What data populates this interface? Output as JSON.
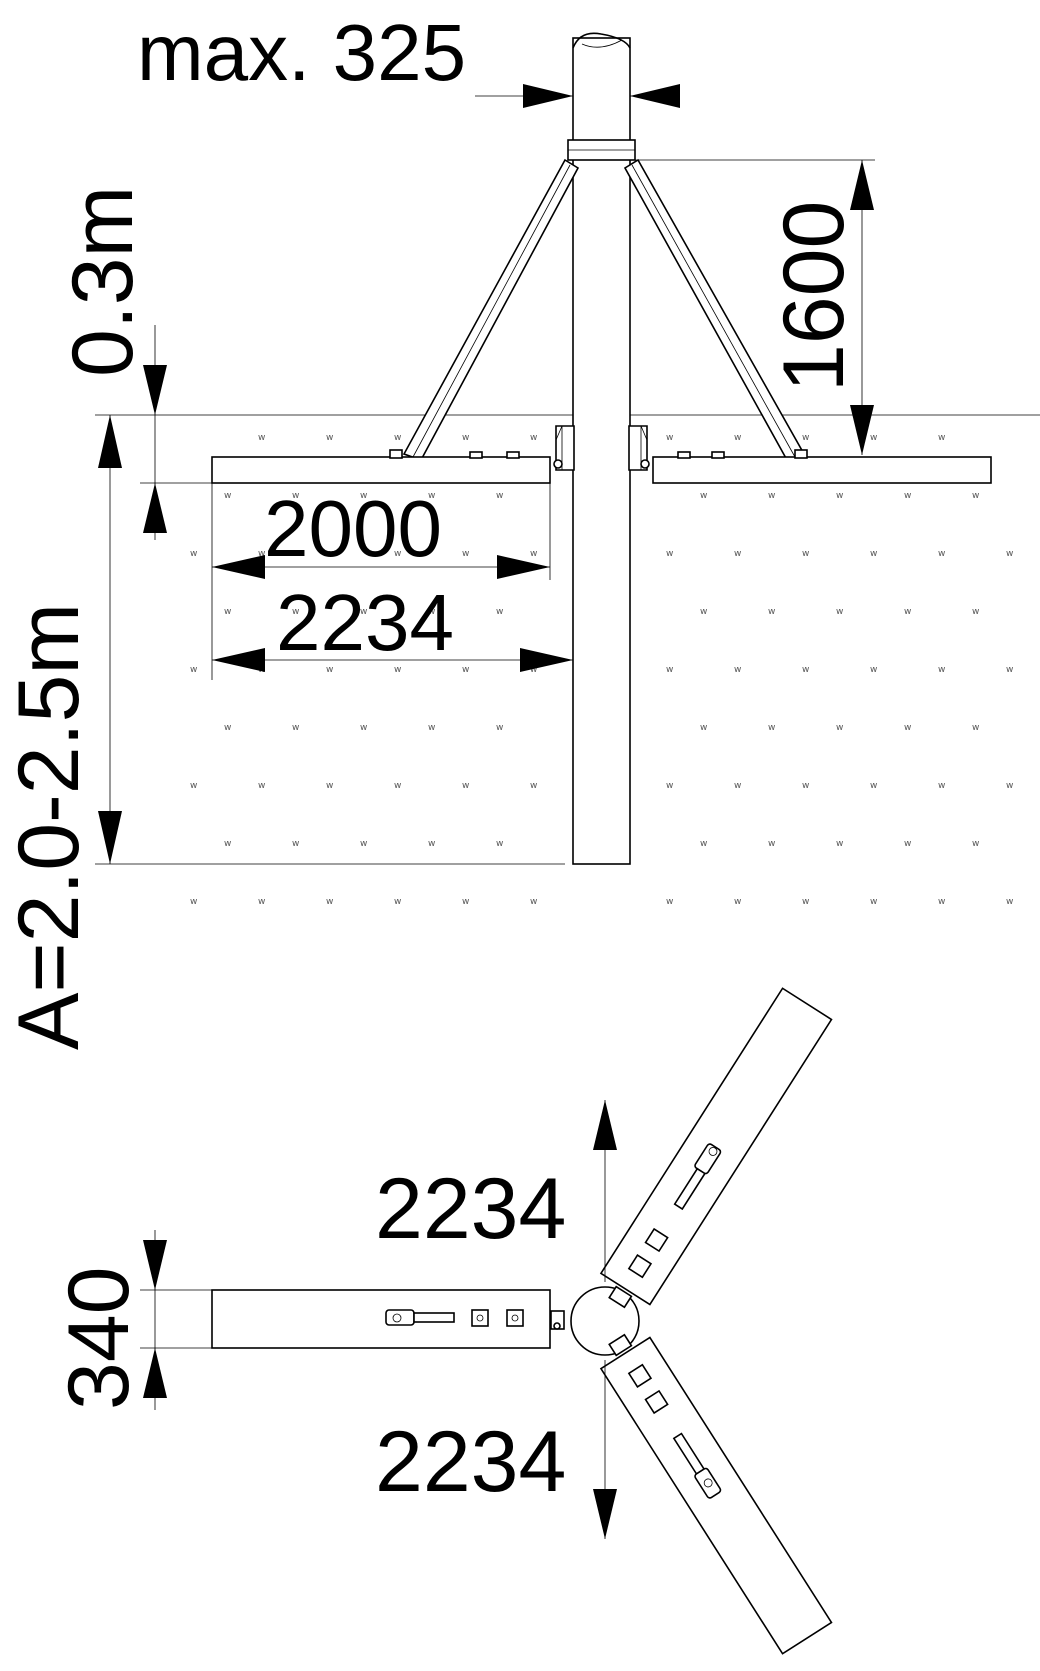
{
  "dimensions": {
    "pole_max_diameter": "max. 325",
    "strut_height": "1600",
    "depth_top": "0.3m",
    "anchor_depth": "A=2.0-2.5m",
    "beam_length_short": "2000",
    "beam_length_long": "2234",
    "plan_arm_upper": "2234",
    "plan_arm_lower": "2234",
    "beam_width": "340"
  },
  "colors": {
    "line": "#000000",
    "background": "#ffffff",
    "soil_mark": "#555555"
  }
}
